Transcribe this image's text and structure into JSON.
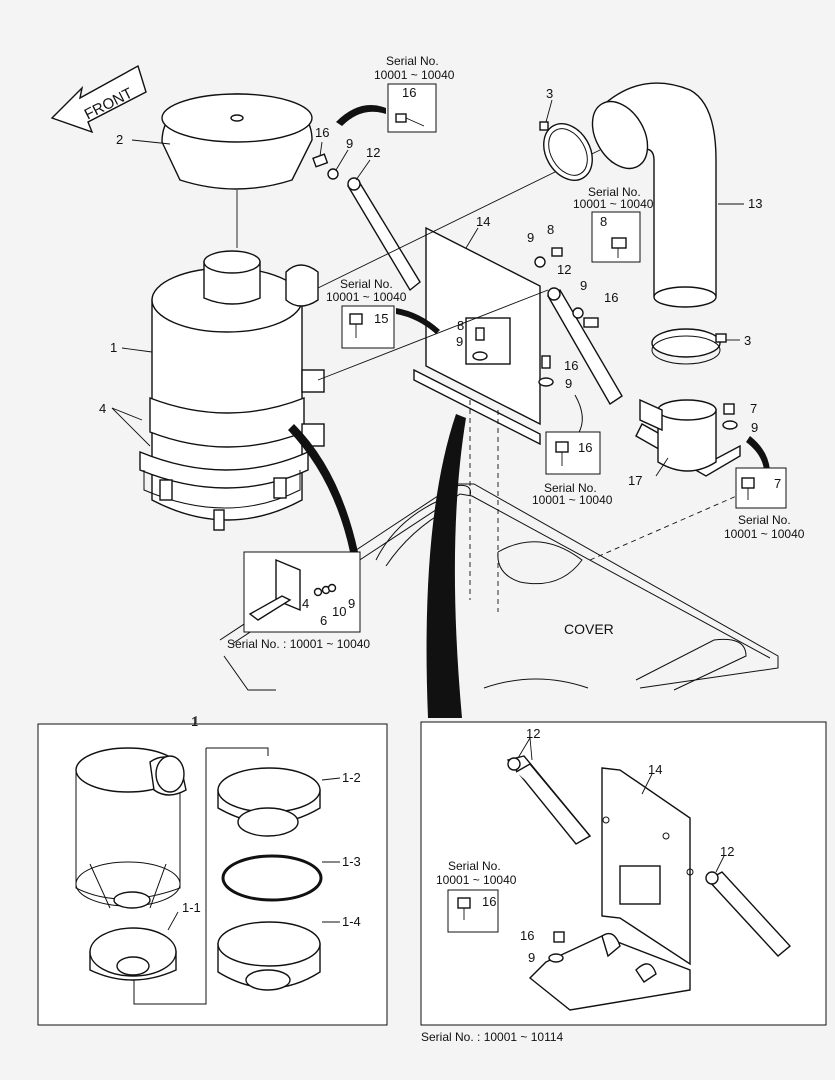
{
  "front_label": "FRONT",
  "cover_label": "COVER",
  "serial_label": "Serial No.",
  "serial_range_a": "10001 ~ 10040",
  "serial_inline_a": "Serial No. : 10001 ~ 10040",
  "serial_inline_b": "Serial No. : 10001 ~ 10114",
  "callouts": {
    "c1": "1",
    "c2": "2",
    "c3": "3",
    "c4": "4",
    "c6": "6",
    "c7": "7",
    "c8": "8",
    "c9": "9",
    "c10": "10",
    "c12": "12",
    "c13": "13",
    "c14": "14",
    "c15": "15",
    "c16": "16",
    "c17": "17",
    "c1_1": "1-1",
    "c1_2": "1-2",
    "c1_3": "1-3",
    "c1_4": "1-4"
  }
}
